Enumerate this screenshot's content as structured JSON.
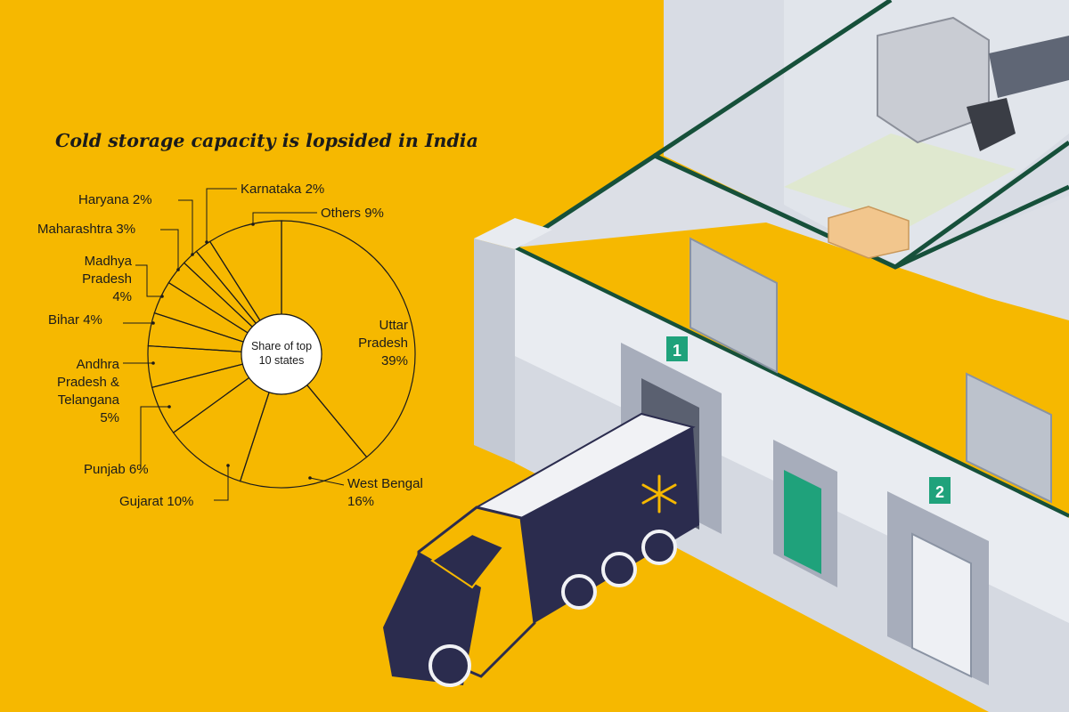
{
  "chart_data": {
    "type": "pie",
    "variant": "donut",
    "title": "Cold storage capacity is lopsided in India",
    "center_label": "Share of top\n10 states",
    "slices": [
      {
        "label": "Uttar\nPradesh",
        "value": 39,
        "value_label": "39%"
      },
      {
        "label": "West Bengal",
        "value": 16,
        "value_label": "16%"
      },
      {
        "label": "Gujarat",
        "value": 10,
        "value_label": "10%"
      },
      {
        "label": "Punjab",
        "value": 6,
        "value_label": "6%"
      },
      {
        "label": "Andhra\nPradesh &\nTelangana",
        "value": 5,
        "value_label": "5%"
      },
      {
        "label": "Bihar",
        "value": 4,
        "value_label": "4%"
      },
      {
        "label": "Madhya\nPradesh",
        "value": 4,
        "value_label": "4%"
      },
      {
        "label": "Maharashtra",
        "value": 3,
        "value_label": "3%"
      },
      {
        "label": "Haryana",
        "value": 2,
        "value_label": "2%"
      },
      {
        "label": "Karnataka",
        "value": 2,
        "value_label": "2%"
      },
      {
        "label": "Others",
        "value": 9,
        "value_label": "9%"
      }
    ],
    "legend": "none",
    "grid": false
  },
  "illustration": {
    "truck_logo_icon": "snowflake-icon",
    "dock_numbers": [
      "1",
      "2"
    ],
    "colors": {
      "background": "#f6b800",
      "truck_body": "#2b2c4e",
      "truck_cab": "#f6b800",
      "door": "#1fa27b",
      "roof_trim": "#16503a",
      "wall": "#e5e8ee"
    }
  }
}
